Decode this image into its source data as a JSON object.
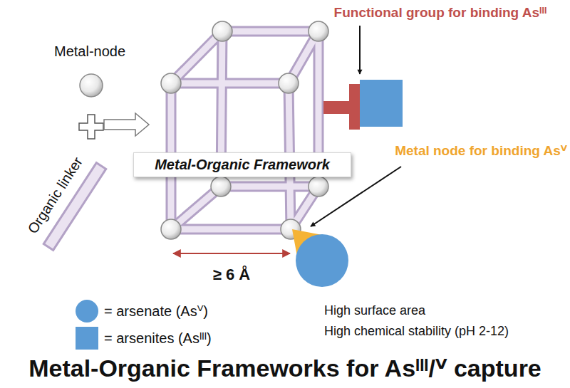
{
  "diagram": {
    "title": "Metal-Organic Frameworks for Asᴵᴵᴵ/ⱽ capture",
    "nodes": [
      {
        "text": [
          "Metal-Organic Framework"
        ]
      }
    ],
    "labels": [
      "Metal-node",
      "Organic linker",
      "Functional group for binding Asᴵᴵᴵ",
      "Metal node for binding Asⱽ",
      "≥ 6 Å",
      "High surface area",
      "High chemical stability (pH 2-12)"
    ],
    "legend": [
      {
        "text": "= arsenate (Asⱽ)"
      },
      {
        "text": "= arsenites (Asᴵᴵᴵ)"
      }
    ]
  }
}
